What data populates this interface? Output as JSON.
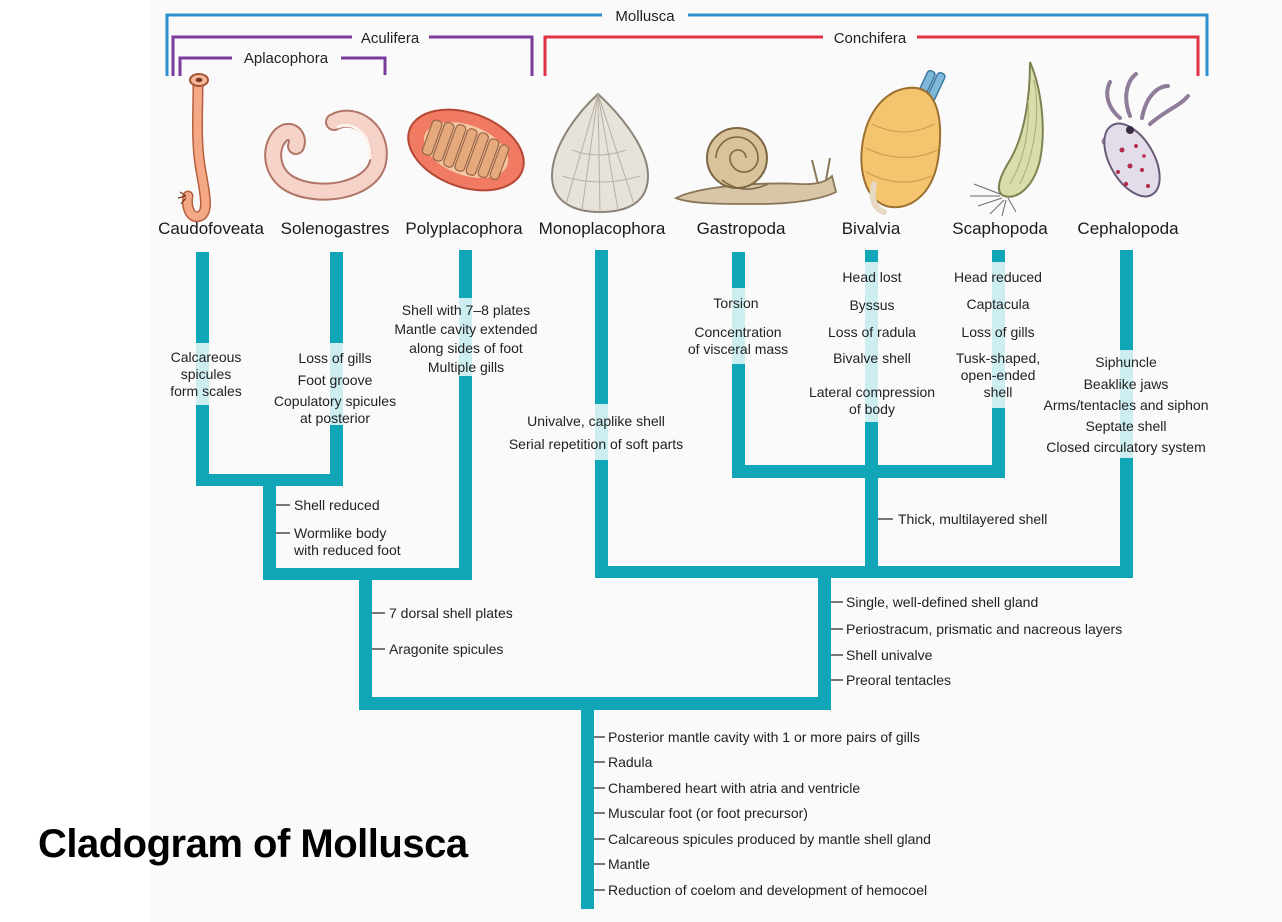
{
  "title": "Cladogram of Mollusca",
  "colors": {
    "branch": "#0fa7b8",
    "branch_highlight": "#cdeef1",
    "mollusca_bracket": "#2b8fd0",
    "aculifera_bracket": "#7b3a9c",
    "conchifera_bracket": "#e03345",
    "text": "#222222"
  },
  "groups": {
    "mollusca": "Mollusca",
    "aculifera": "Aculifera",
    "aplacophora": "Aplacophora",
    "conchifera": "Conchifera"
  },
  "taxa": [
    {
      "name": "Caudofoveata",
      "icon": "worm-mollusc-icon",
      "traits": [
        "Calcareous",
        "spicules",
        "form scales"
      ]
    },
    {
      "name": "Solenogastres",
      "icon": "curled-worm-mollusc-icon",
      "traits": [
        "Loss of gills",
        "Foot groove",
        "Copulatory spicules",
        "at posterior"
      ]
    },
    {
      "name": "Polyplacophora",
      "icon": "chiton-icon",
      "traits": [
        "Shell with 7–8 plates",
        "Mantle cavity extended",
        "along sides of foot",
        "Multiple gills"
      ]
    },
    {
      "name": "Monoplacophora",
      "icon": "limpet-shell-icon",
      "traits": [
        "Univalve, caplike shell",
        "Serial repetition of soft parts"
      ]
    },
    {
      "name": "Gastropoda",
      "icon": "snail-icon",
      "traits": [
        "Torsion",
        "Concentration",
        "of visceral mass"
      ]
    },
    {
      "name": "Bivalvia",
      "icon": "clam-icon",
      "traits": [
        "Head lost",
        "Byssus",
        "Loss of radula",
        "Bivalve shell",
        "Lateral compression",
        "of body"
      ]
    },
    {
      "name": "Scaphopoda",
      "icon": "tusk-shell-icon",
      "traits": [
        "Head reduced",
        "Captacula",
        "Loss of gills",
        "Tusk-shaped,",
        "open-ended",
        "shell"
      ]
    },
    {
      "name": "Cephalopoda",
      "icon": "squid-icon",
      "traits": [
        "Siphuncle",
        "Beaklike jaws",
        "Arms/tentacles and siphon",
        "Septate shell",
        "Closed circulatory system"
      ]
    }
  ],
  "nodes": {
    "aplacophora_node": [
      "Shell reduced",
      "Wormlike body",
      "with reduced foot"
    ],
    "aculifera_node": [
      "7 dorsal shell plates",
      "Aragonite spicules"
    ],
    "conchifera_node": [
      "Single, well-defined shell gland",
      "Periostracum, prismatic and nacreous layers",
      "Shell univalve",
      "Preoral tentacles"
    ],
    "bivalvia_scaphopoda_gastropoda_node": [
      "Thick, multilayered shell"
    ],
    "root": [
      "Posterior mantle cavity with 1 or more pairs of gills",
      "Radula",
      "Chambered heart with atria and ventricle",
      "Muscular foot (or foot precursor)",
      "Calcareous spicules produced by mantle shell gland",
      "Mantle",
      "Reduction of coelom and development of hemocoel"
    ]
  }
}
